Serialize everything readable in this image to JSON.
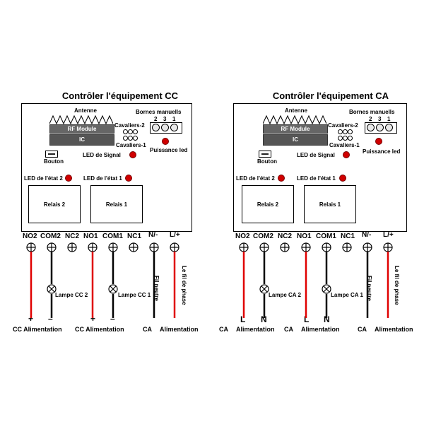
{
  "left": {
    "title": "Contrôler l'équipement CC",
    "antenna": "Antenne",
    "rf_module": "RF Module",
    "ic": "IC",
    "jumper2": "Cavaliers-2",
    "jumper1": "Cavaliers-1",
    "manual_terminals": "Bornes manuells",
    "terminal_numbers": [
      "2",
      "3",
      "1"
    ],
    "power_led": "Puissance led",
    "button": "Bouton",
    "signal_led": "LED de Signal",
    "state_led_2": "LED de l'état 2",
    "state_led_1": "LED de l'état 1",
    "relay2": "Relais 2",
    "relay1": "Relais 1",
    "terminals": [
      "NO2",
      "COM2",
      "NC2",
      "NO1",
      "COM1",
      "NC1",
      "N/-",
      "L/+"
    ],
    "lamp2": "Lampe CC 2",
    "lamp1": "Lampe CC 1",
    "neutral_wire": "Fil neutre",
    "phase_wire": "Le fil de phase",
    "plus": "+",
    "minus": "–",
    "bottom1": "CC Alimentation",
    "bottom2": "CC Alimentation",
    "bottom3": "CA",
    "bottom4": "Alimentation"
  },
  "right": {
    "title": "Contrôler l'équipement CA",
    "antenna": "Antenne",
    "rf_module": "RF Module",
    "ic": "IC",
    "jumper2": "Cavaliers-2",
    "jumper1": "Cavaliers-1",
    "manual_terminals": "Bornes manuells",
    "terminal_numbers": [
      "2",
      "3",
      "1"
    ],
    "power_led": "Puissance led",
    "button": "Bouton",
    "signal_led": "LED de Signal",
    "state_led_2": "LED de l'état 2",
    "state_led_1": "LED de l'état 1",
    "relay2": "Relais 2",
    "relay1": "Relais 1",
    "terminals": [
      "NO2",
      "COM2",
      "NC2",
      "NO1",
      "COM1",
      "NC1",
      "N/-",
      "L/+"
    ],
    "lamp2": "Lampe CA 2",
    "lamp1": "Lampe CA 1",
    "neutral_wire": "Fil neutre",
    "phase_wire": "Le fil de phase",
    "L1": "L",
    "N1": "N",
    "L2": "L",
    "N2": "N",
    "bottom1": "CA",
    "bottom2": "Alimentation",
    "bottom3": "CA",
    "bottom4": "Alimentation",
    "bottom5": "CA",
    "bottom6": "Alimentation"
  },
  "colors": {
    "wire_red": "#e00000",
    "wire_black": "#000000",
    "module_gray": "#666666",
    "led_red": "#d00000"
  }
}
